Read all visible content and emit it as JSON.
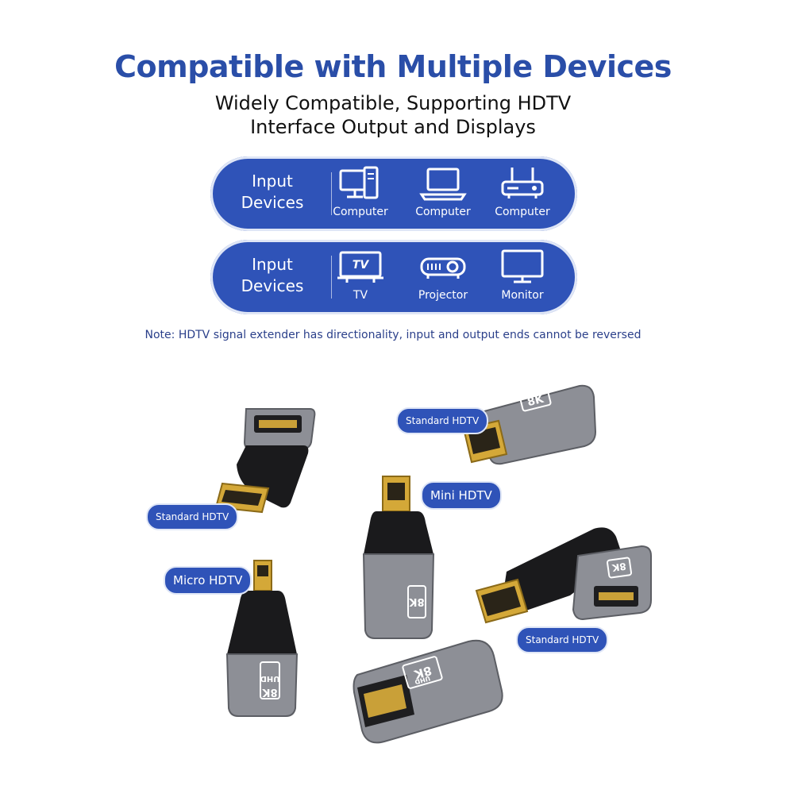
{
  "header": {
    "title": "Compatible with Multiple Devices",
    "subtitle_line1": "Widely Compatible, Supporting HDTV",
    "subtitle_line2": "Interface Output and Displays"
  },
  "panels": [
    {
      "label_line1": "Input",
      "label_line2": "Devices",
      "devices": [
        {
          "icon": "desktop-computer-icon",
          "label": "Computer"
        },
        {
          "icon": "laptop-icon",
          "label": "Computer"
        },
        {
          "icon": "router-box-icon",
          "label": "Computer"
        }
      ]
    },
    {
      "label_line1": "Input",
      "label_line2": "Devices",
      "devices": [
        {
          "icon": "tv-icon",
          "label": "TV",
          "icon_text": "TV"
        },
        {
          "icon": "projector-icon",
          "label": "Projector"
        },
        {
          "icon": "monitor-icon",
          "label": "Monitor"
        }
      ]
    }
  ],
  "note": "Note: HDTV signal extender has directionality, input and output ends cannot be reversed",
  "products": {
    "tags": {
      "standard_top_left": "Standard HDTV",
      "standard_top_right": "Standard HDTV",
      "mini": "Mini HDTV",
      "micro": "Micro HDTV",
      "standard_bottom_right": "Standard HDTV"
    },
    "badge_main": "8K",
    "badge_sub": "UHD"
  },
  "colors": {
    "accent": "#2f53b8",
    "title": "#2a4ea8",
    "gold": "#d4a838",
    "metal": "#8d8f96",
    "black": "#1a1a1c"
  }
}
